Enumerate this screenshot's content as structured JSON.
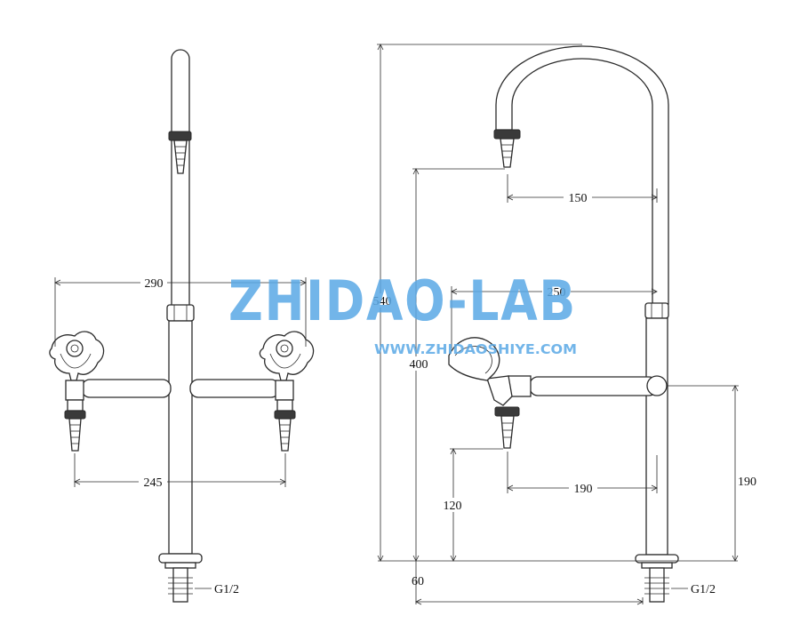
{
  "dimensions": {
    "left_handle_span": "290",
    "left_outlet_span": "245",
    "overall_height": "540",
    "outlet_height": "400",
    "spout_reach": "150",
    "valve_reach": "250",
    "side_outlet_reach": "190",
    "side_outlet_height": "120",
    "valve_axis_height": "190",
    "base_offset": "60"
  },
  "connections": {
    "left_thread": "G1/2",
    "right_thread": "G1/2"
  },
  "watermark": {
    "brand": "ZHIDAO-LAB",
    "url": "WWW.ZHIDAOSHIYE.COM",
    "color": "#5aa9e6"
  }
}
